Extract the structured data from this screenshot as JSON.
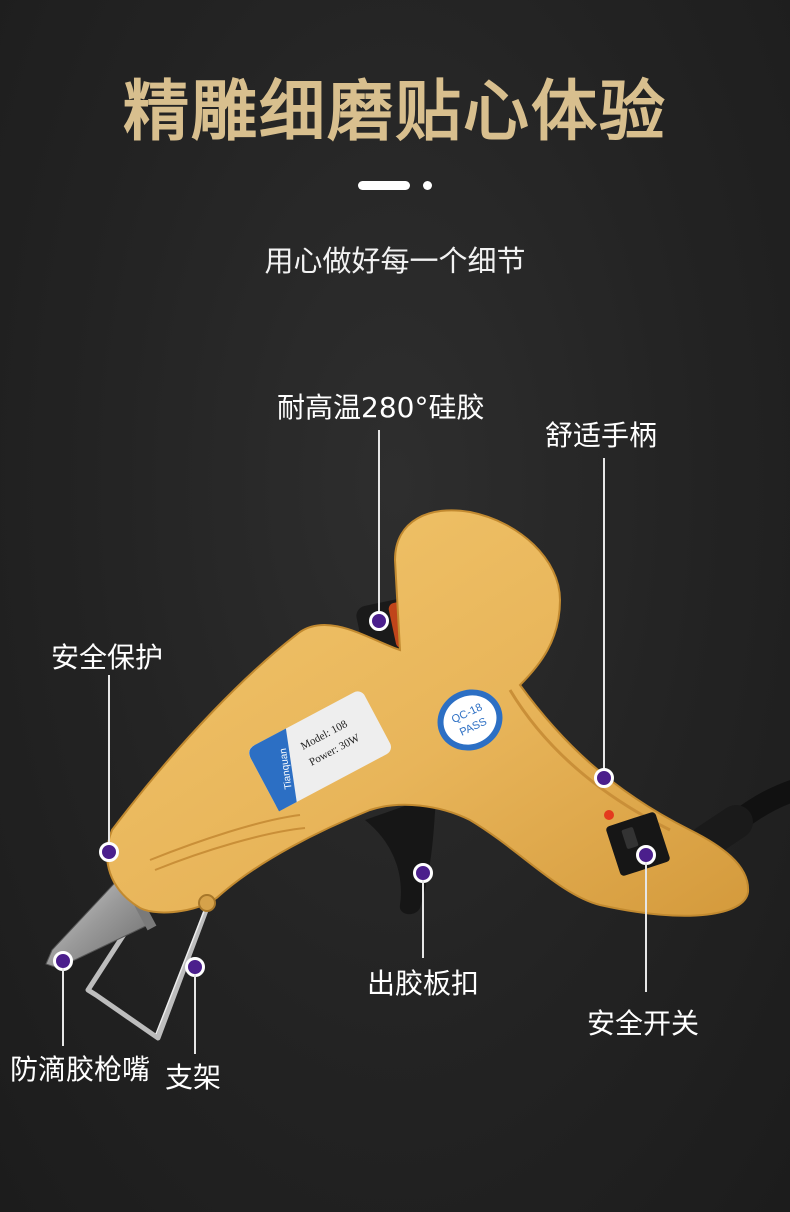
{
  "header": {
    "title": "精雕细磨贴心体验",
    "subtitle": "用心做好每一个细节"
  },
  "colors": {
    "background": "#222222",
    "title_gold": "#d8bf8e",
    "gun_body": "#e8b55a",
    "marker_fill": "#4b1f8c"
  },
  "product": {
    "brand_text": "Tianquan",
    "model_line": "Model: 108",
    "power_line": "Power: 30W",
    "badge_line1": "QC-18",
    "badge_line2": "PASS"
  },
  "callouts": {
    "silicone": "耐高温280°硅胶",
    "handle": "舒适手柄",
    "safety_guard": "安全保护",
    "trigger": "出胶板扣",
    "safety_switch": "安全开关",
    "nozzle": "防滴胶枪嘴",
    "stand": "支架"
  }
}
